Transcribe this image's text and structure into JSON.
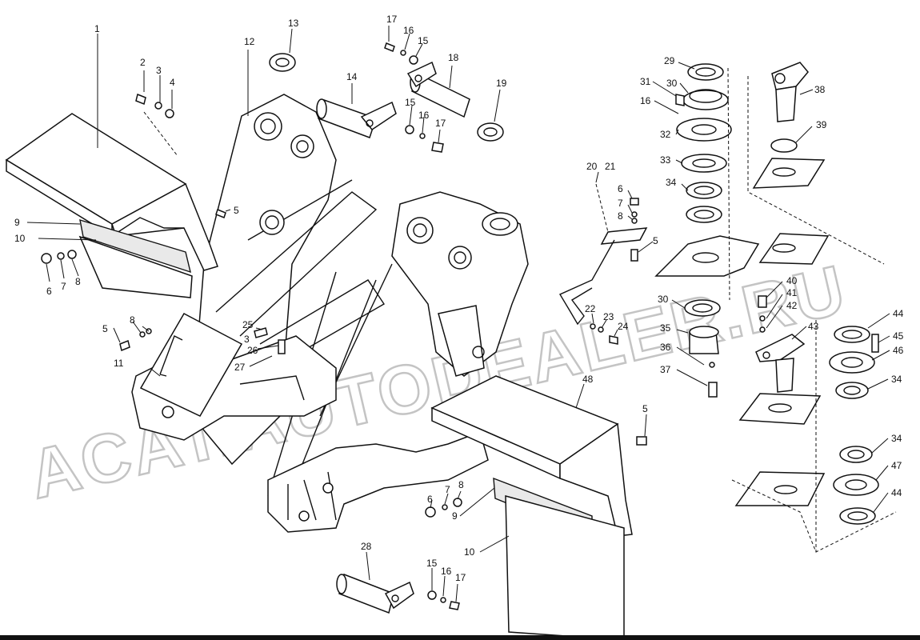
{
  "watermark": "ACAT.AUTODEALER.RU",
  "callouts": [
    {
      "id": "c1",
      "label": "1"
    },
    {
      "id": "c2",
      "label": "2"
    },
    {
      "id": "c3",
      "label": "3"
    },
    {
      "id": "c4",
      "label": "4"
    },
    {
      "id": "c5a",
      "label": "5"
    },
    {
      "id": "c5b",
      "label": "5"
    },
    {
      "id": "c5c",
      "label": "5"
    },
    {
      "id": "c5d",
      "label": "5"
    },
    {
      "id": "c6a",
      "label": "6"
    },
    {
      "id": "c7a",
      "label": "7"
    },
    {
      "id": "c8a",
      "label": "8"
    },
    {
      "id": "c9a",
      "label": "9"
    },
    {
      "id": "c10a",
      "label": "10"
    },
    {
      "id": "c11",
      "label": "11"
    },
    {
      "id": "c12",
      "label": "12"
    },
    {
      "id": "c13",
      "label": "13"
    },
    {
      "id": "c14",
      "label": "14"
    },
    {
      "id": "c15a",
      "label": "15"
    },
    {
      "id": "c16a",
      "label": "16"
    },
    {
      "id": "c17a",
      "label": "17"
    },
    {
      "id": "c18",
      "label": "18"
    },
    {
      "id": "c15b",
      "label": "15"
    },
    {
      "id": "c16b",
      "label": "16"
    },
    {
      "id": "c17b",
      "label": "17"
    },
    {
      "id": "c19",
      "label": "19"
    },
    {
      "id": "c20",
      "label": "20"
    },
    {
      "id": "c21",
      "label": "21"
    },
    {
      "id": "c6b",
      "label": "6"
    },
    {
      "id": "c7b",
      "label": "7"
    },
    {
      "id": "c8b",
      "label": "8"
    },
    {
      "id": "c8c",
      "label": "8"
    },
    {
      "id": "c3b",
      "label": "3"
    },
    {
      "id": "c22",
      "label": "22"
    },
    {
      "id": "c23",
      "label": "23"
    },
    {
      "id": "c24",
      "label": "24"
    },
    {
      "id": "c25",
      "label": "25"
    },
    {
      "id": "c26",
      "label": "26"
    },
    {
      "id": "c27",
      "label": "27"
    },
    {
      "id": "c28",
      "label": "28"
    },
    {
      "id": "c29",
      "label": "29"
    },
    {
      "id": "c30a",
      "label": "30"
    },
    {
      "id": "c31",
      "label": "31"
    },
    {
      "id": "c16c",
      "label": "16"
    },
    {
      "id": "c32",
      "label": "32"
    },
    {
      "id": "c33",
      "label": "33"
    },
    {
      "id": "c34a",
      "label": "34"
    },
    {
      "id": "c30b",
      "label": "30"
    },
    {
      "id": "c35",
      "label": "35"
    },
    {
      "id": "c36",
      "label": "36"
    },
    {
      "id": "c37",
      "label": "37"
    },
    {
      "id": "c38",
      "label": "38"
    },
    {
      "id": "c39",
      "label": "39"
    },
    {
      "id": "c40",
      "label": "40"
    },
    {
      "id": "c41",
      "label": "41"
    },
    {
      "id": "c42",
      "label": "42"
    },
    {
      "id": "c43",
      "label": "43"
    },
    {
      "id": "c44a",
      "label": "44"
    },
    {
      "id": "c45",
      "label": "45"
    },
    {
      "id": "c46",
      "label": "46"
    },
    {
      "id": "c34b",
      "label": "34"
    },
    {
      "id": "c34c",
      "label": "34"
    },
    {
      "id": "c47",
      "label": "47"
    },
    {
      "id": "c44b",
      "label": "44"
    },
    {
      "id": "c48",
      "label": "48"
    },
    {
      "id": "c6c",
      "label": "6"
    },
    {
      "id": "c7c",
      "label": "7"
    },
    {
      "id": "c8d",
      "label": "8"
    },
    {
      "id": "c9b",
      "label": "9"
    },
    {
      "id": "c10b",
      "label": "10"
    },
    {
      "id": "c15c",
      "label": "15"
    },
    {
      "id": "c16d",
      "label": "16"
    },
    {
      "id": "c17c",
      "label": "17"
    }
  ]
}
